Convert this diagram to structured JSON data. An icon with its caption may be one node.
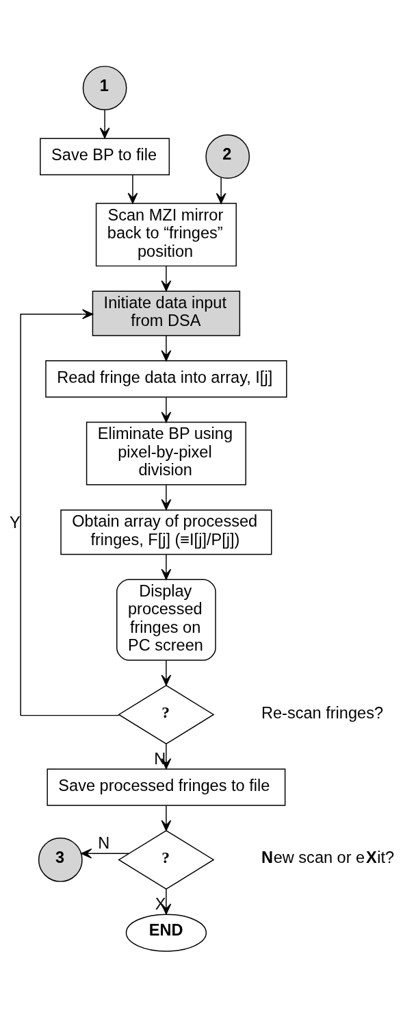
{
  "diagram": {
    "nodes": [
      {
        "text": [
          "1"
        ]
      },
      {
        "text": [
          "Save BP to file"
        ]
      },
      {
        "text": [
          "2"
        ]
      },
      {
        "text": [
          "Scan MZI mirror back to “fringes” position"
        ]
      },
      {
        "text": [
          "Initiate data input from DSA"
        ]
      },
      {
        "text": [
          "Read fringe data into array, I[j]"
        ]
      },
      {
        "text": [
          "Eliminate BP using pixel-by-pixel division"
        ]
      },
      {
        "text": [
          "Obtain array of processed fringes, F[j] (≡I[j]/P[j])"
        ]
      },
      {
        "text": [
          "Display processed fringes on PC screen"
        ]
      },
      {
        "text": [
          "?"
        ],
        "beside": [
          "Re-scan fringes?"
        ]
      },
      {
        "text": [
          "Save processed fringes to file"
        ]
      },
      {
        "text": [
          "?"
        ],
        "beside": [
          "**N**ew scan or e**X**it?"
        ]
      },
      {
        "text": [
          "3"
        ]
      },
      {
        "text": [
          "END"
        ]
      }
    ],
    "edges": [
      {
        "from": 0,
        "to": 1,
        "arrow": "to"
      },
      {
        "from": 1,
        "to": 3,
        "arrow": "to"
      },
      {
        "from": 2,
        "to": 3,
        "arrow": "to"
      },
      {
        "from": 3,
        "to": 4,
        "arrow": "to"
      },
      {
        "from": 4,
        "to": 5,
        "arrow": "to"
      },
      {
        "from": 5,
        "to": 6,
        "arrow": "to"
      },
      {
        "from": 6,
        "to": 7,
        "arrow": "to"
      },
      {
        "from": 7,
        "to": 8,
        "arrow": "to"
      },
      {
        "from": 8,
        "to": 9,
        "arrow": "to"
      },
      {
        "from": 9,
        "to": 4,
        "arrow": "to",
        "label": "Y"
      },
      {
        "from": 9,
        "to": 10,
        "arrow": "to",
        "label": "N"
      },
      {
        "from": 10,
        "to": 11,
        "arrow": "to"
      },
      {
        "from": 11,
        "to": 12,
        "arrow": "to",
        "label": "N"
      },
      {
        "from": 11,
        "to": 13,
        "arrow": "to",
        "label": "X"
      }
    ]
  }
}
